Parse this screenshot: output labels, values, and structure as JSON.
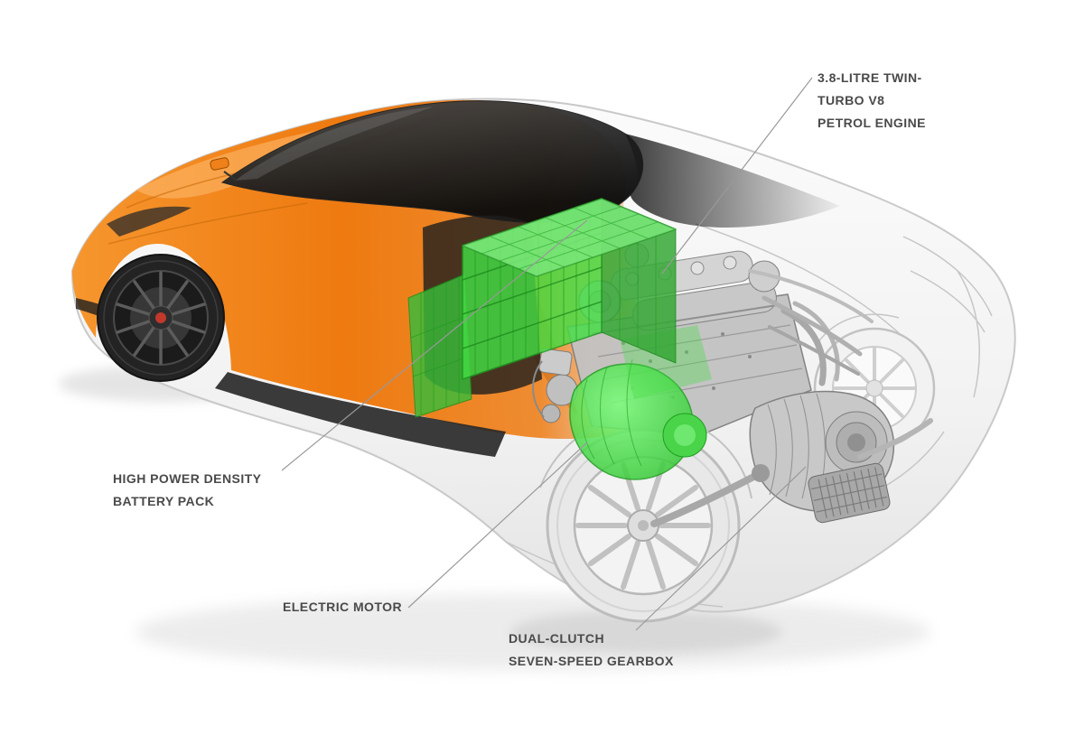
{
  "labels": {
    "engine": "3.8-LITRE TWIN-\nTURBO V8\nPETROL ENGINE",
    "battery": "HIGH POWER DENSITY\nBATTERY PACK",
    "electric_motor": "ELECTRIC MOTOR",
    "gearbox": "DUAL-CLUTCH\nSEVEN-SPEED GEARBOX"
  },
  "colors": {
    "body_orange": "#f08019",
    "highlight_green": "#44dd44",
    "label_text": "#4a4a4a",
    "callout_line": "#999999",
    "background": "#ffffff"
  }
}
